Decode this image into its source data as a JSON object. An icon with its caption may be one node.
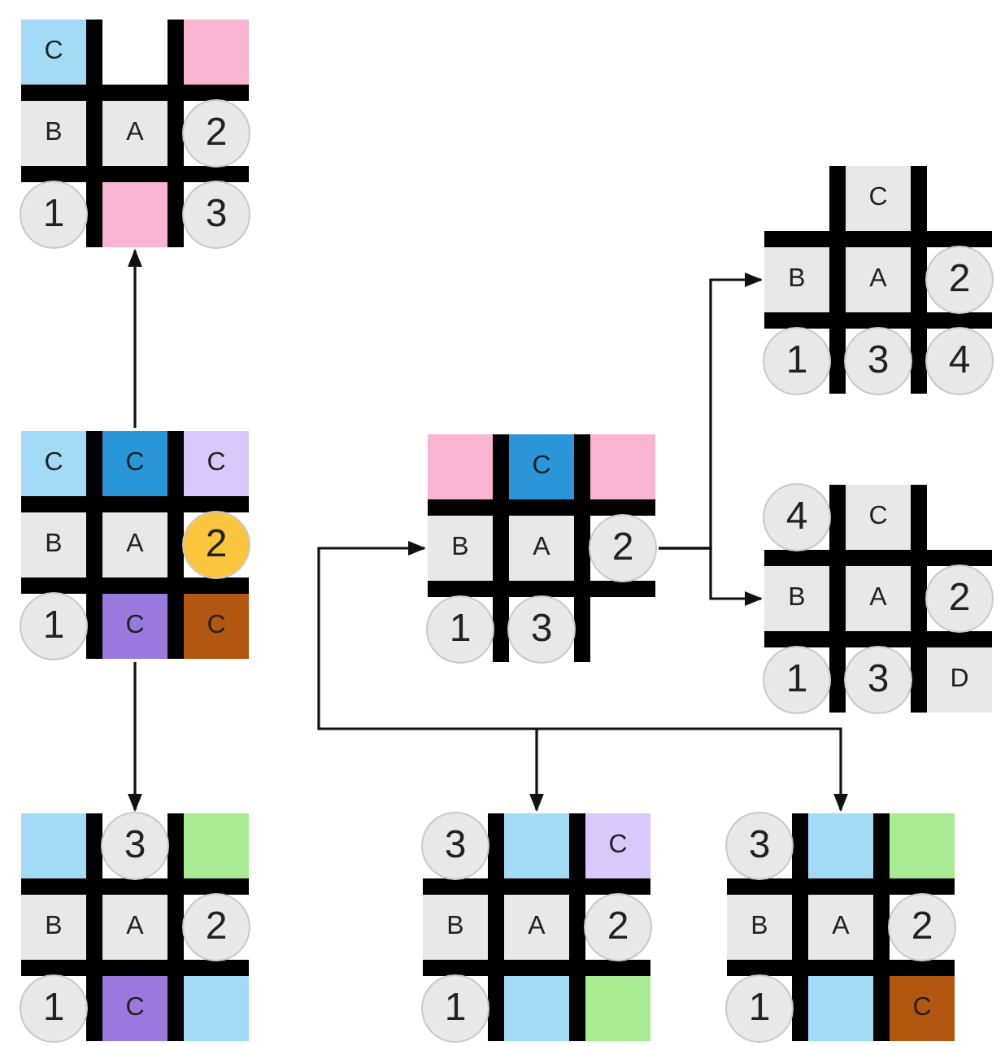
{
  "diagram": {
    "nodes": [
      {
        "text": [],
        "shape": "grid"
      },
      {
        "text": [
          "C"
        ],
        "in": 0
      },
      {
        "text": [],
        "shape": "box",
        "in": 0
      },
      {
        "text": [
          "B"
        ],
        "in": 0
      },
      {
        "text": [
          "A"
        ],
        "in": 0
      },
      {
        "text": [
          "2"
        ],
        "in": 0
      },
      {
        "text": [
          "1"
        ],
        "in": 0
      },
      {
        "text": [],
        "shape": "box",
        "in": 0
      },
      {
        "text": [
          "3"
        ],
        "in": 0
      },
      {
        "text": [],
        "shape": "grid"
      },
      {
        "text": [
          "C"
        ],
        "in": 9
      },
      {
        "text": [
          "B"
        ],
        "in": 9
      },
      {
        "text": [
          "A"
        ],
        "in": 9
      },
      {
        "text": [
          "2"
        ],
        "in": 9
      },
      {
        "text": [
          "1"
        ],
        "in": 9
      },
      {
        "text": [
          "3"
        ],
        "in": 9
      },
      {
        "text": [
          "4"
        ],
        "in": 9
      },
      {
        "text": [],
        "shape": "grid"
      },
      {
        "text": [
          "C"
        ],
        "in": 17
      },
      {
        "text": [
          "C"
        ],
        "in": 17
      },
      {
        "text": [
          "C"
        ],
        "in": 17
      },
      {
        "text": [
          "B"
        ],
        "in": 17
      },
      {
        "text": [
          "A"
        ],
        "in": 17
      },
      {
        "text": [
          "2"
        ],
        "in": 17
      },
      {
        "text": [
          "1"
        ],
        "in": 17
      },
      {
        "text": [
          "C"
        ],
        "in": 17
      },
      {
        "text": [
          "C"
        ],
        "in": 17
      },
      {
        "text": [],
        "shape": "grid"
      },
      {
        "text": [],
        "shape": "box",
        "in": 27
      },
      {
        "text": [
          "C"
        ],
        "in": 27
      },
      {
        "text": [],
        "shape": "box",
        "in": 27
      },
      {
        "text": [
          "B"
        ],
        "in": 27
      },
      {
        "text": [
          "A"
        ],
        "in": 27
      },
      {
        "text": [
          "2"
        ],
        "in": 27
      },
      {
        "text": [
          "1"
        ],
        "in": 27
      },
      {
        "text": [
          "3"
        ],
        "in": 27
      },
      {
        "text": [],
        "shape": "grid"
      },
      {
        "text": [
          "4"
        ],
        "in": 36
      },
      {
        "text": [
          "C"
        ],
        "in": 36
      },
      {
        "text": [
          "B"
        ],
        "in": 36
      },
      {
        "text": [
          "A"
        ],
        "in": 36
      },
      {
        "text": [
          "2"
        ],
        "in": 36
      },
      {
        "text": [
          "1"
        ],
        "in": 36
      },
      {
        "text": [
          "3"
        ],
        "in": 36
      },
      {
        "text": [
          "D"
        ],
        "in": 36
      },
      {
        "text": [],
        "shape": "grid"
      },
      {
        "text": [],
        "shape": "box",
        "in": 45
      },
      {
        "text": [
          "3"
        ],
        "in": 45
      },
      {
        "text": [],
        "shape": "box",
        "in": 45
      },
      {
        "text": [
          "B"
        ],
        "in": 45
      },
      {
        "text": [
          "A"
        ],
        "in": 45
      },
      {
        "text": [
          "2"
        ],
        "in": 45
      },
      {
        "text": [
          "1"
        ],
        "in": 45
      },
      {
        "text": [
          "C"
        ],
        "in": 45
      },
      {
        "text": [],
        "shape": "box",
        "in": 45
      },
      {
        "text": [],
        "shape": "grid"
      },
      {
        "text": [
          "3"
        ],
        "in": 55
      },
      {
        "text": [],
        "shape": "box",
        "in": 55
      },
      {
        "text": [
          "C"
        ],
        "in": 55
      },
      {
        "text": [
          "B"
        ],
        "in": 55
      },
      {
        "text": [
          "A"
        ],
        "in": 55
      },
      {
        "text": [
          "2"
        ],
        "in": 55
      },
      {
        "text": [
          "1"
        ],
        "in": 55
      },
      {
        "text": [],
        "shape": "box",
        "in": 55
      },
      {
        "text": [],
        "shape": "box",
        "in": 55
      },
      {
        "text": [],
        "shape": "grid"
      },
      {
        "text": [
          "3"
        ],
        "in": 65
      },
      {
        "text": [],
        "shape": "box",
        "in": 65
      },
      {
        "text": [],
        "shape": "box",
        "in": 65
      },
      {
        "text": [
          "B"
        ],
        "in": 65
      },
      {
        "text": [
          "A"
        ],
        "in": 65
      },
      {
        "text": [
          "2"
        ],
        "in": 65
      },
      {
        "text": [
          "1"
        ],
        "in": 65
      },
      {
        "text": [],
        "shape": "box",
        "in": 65
      },
      {
        "text": [
          "C"
        ],
        "in": 65
      }
    ],
    "edges": [
      {
        "from": 17,
        "to": 0,
        "arrow": "to"
      },
      {
        "from": 17,
        "to": 45,
        "arrow": "to"
      },
      {
        "from": 27,
        "to": 9,
        "arrow": "to"
      },
      {
        "from": 27,
        "to": 36,
        "arrow": "to"
      },
      {
        "from": null,
        "to": 27,
        "arrow": "to"
      },
      {
        "from": null,
        "to": 55,
        "arrow": "to"
      },
      {
        "from": null,
        "to": 65,
        "arrow": "to"
      }
    ]
  }
}
